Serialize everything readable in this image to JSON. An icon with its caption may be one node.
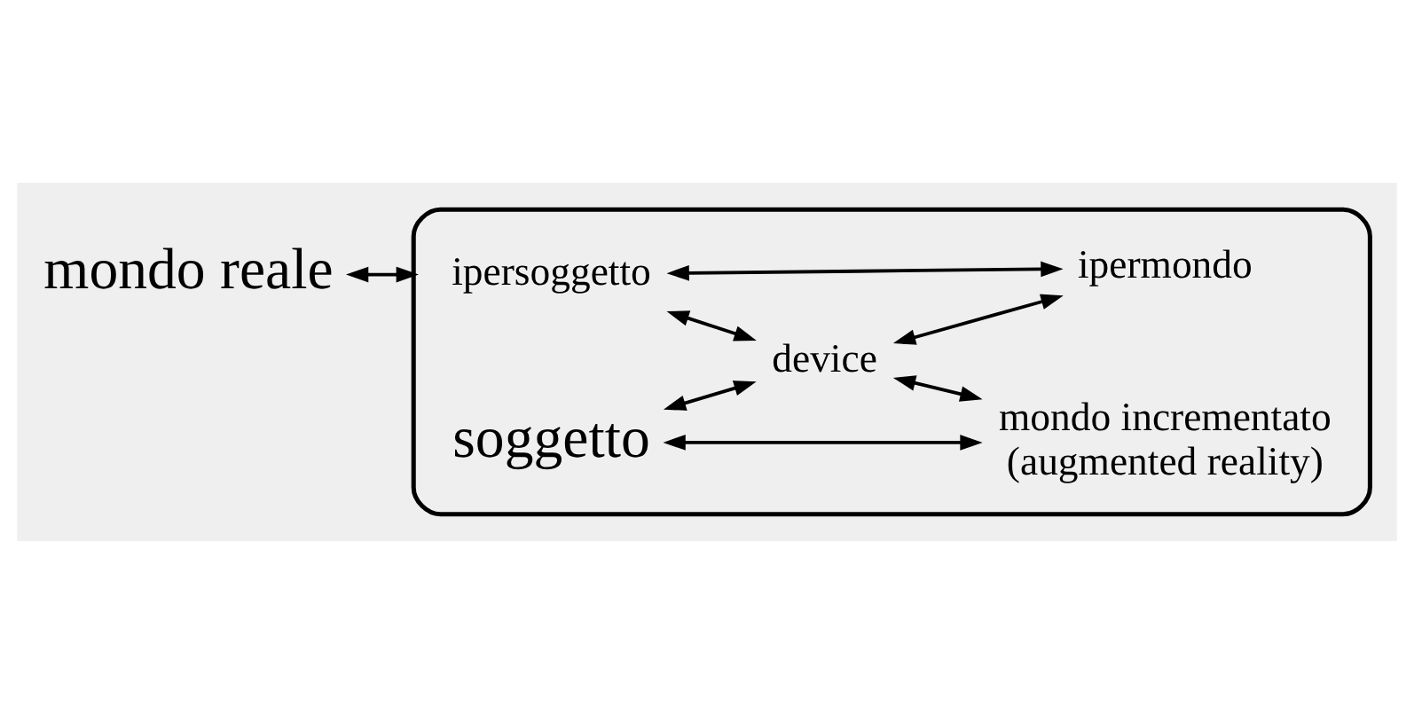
{
  "diagram": {
    "nodes": [
      {
        "text": [],
        "shape": "box"
      },
      {
        "text": [
          "ipersoggetto"
        ],
        "in": 0
      },
      {
        "text": [
          "ipermondo"
        ],
        "in": 0
      },
      {
        "text": [
          "device"
        ],
        "in": 0
      },
      {
        "text": [
          "mondo reale"
        ]
      },
      {
        "text": [
          "soggetto"
        ],
        "in": 0
      },
      {
        "text": [
          "mondo incrementato (augmented reality)"
        ],
        "in": 0
      }
    ],
    "edges": [
      {
        "from": 4,
        "to": 0,
        "arrow": "both"
      },
      {
        "from": 1,
        "to": 2,
        "arrow": "both"
      },
      {
        "from": 1,
        "to": 3,
        "arrow": "both"
      },
      {
        "from": 3,
        "to": 2,
        "arrow": "both"
      },
      {
        "from": 5,
        "to": 3,
        "arrow": "both"
      },
      {
        "from": 3,
        "to": 6,
        "arrow": "both"
      },
      {
        "from": 5,
        "to": 6,
        "arrow": "both"
      }
    ]
  }
}
